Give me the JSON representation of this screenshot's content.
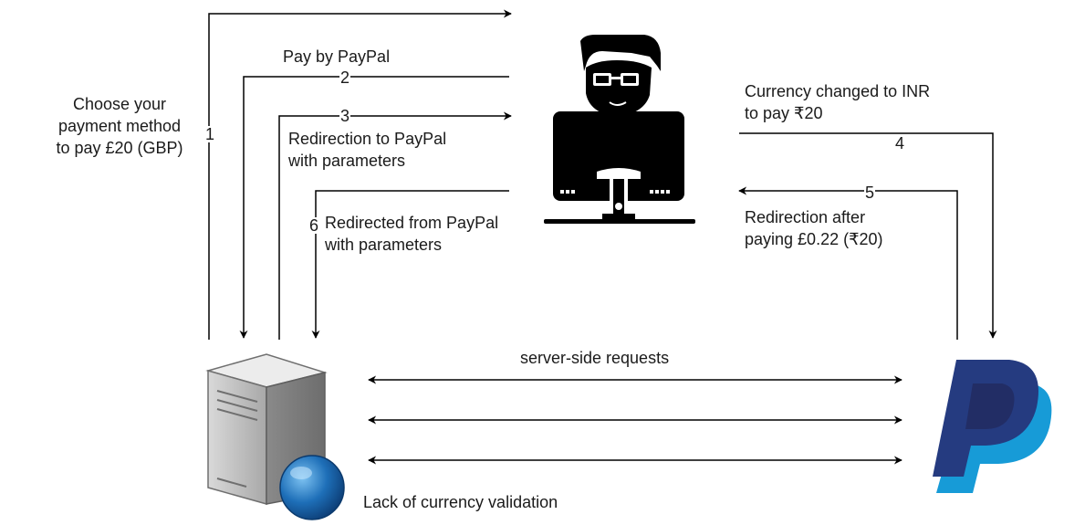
{
  "labels": {
    "choose_method": [
      "Choose your",
      "payment method",
      "to pay £20 (GBP)"
    ],
    "pay_by_paypal": "Pay by PayPal",
    "redirection_to_paypal": [
      "Redirection to PayPal",
      "with parameters"
    ],
    "redirected_from_paypal": [
      "Redirected from PayPal",
      "with parameters"
    ],
    "currency_changed": [
      "Currency changed to INR",
      "to pay ₹20"
    ],
    "redirection_after": [
      "Redirection after",
      "paying £0.22 (₹20)"
    ],
    "server_side_requests": "server-side requests",
    "lack_of_validation": "Lack of currency validation"
  },
  "steps": [
    "1",
    "2",
    "3",
    "4",
    "5",
    "6"
  ],
  "icons": {
    "attacker": "hacker-computer-icon",
    "server": "web-server-icon",
    "paypal": "paypal-logo-icon"
  },
  "colors": {
    "line": "#000000",
    "text": "#1a1a1a",
    "paypal_dark": "#253b80",
    "paypal_light": "#179bd7",
    "globe": "#1e6fb8",
    "server_body": "#c9c9c9"
  }
}
